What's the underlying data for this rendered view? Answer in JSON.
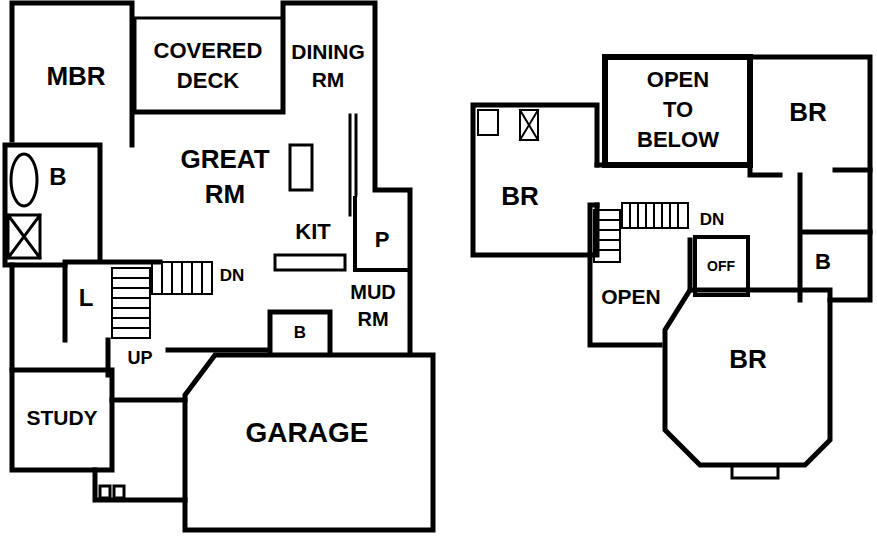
{
  "diagram": {
    "labels": [
      "MBR",
      "COVERED DECK",
      "DINING RM",
      "GREAT RM",
      "B",
      "KIT",
      "P",
      "DN",
      "L",
      "MUD RM",
      "B",
      "UP",
      "STUDY",
      "GARAGE",
      "OPEN TO BELOW",
      "BR",
      "BR",
      "DN",
      "OFF",
      "B",
      "OPEN",
      "BR"
    ]
  }
}
